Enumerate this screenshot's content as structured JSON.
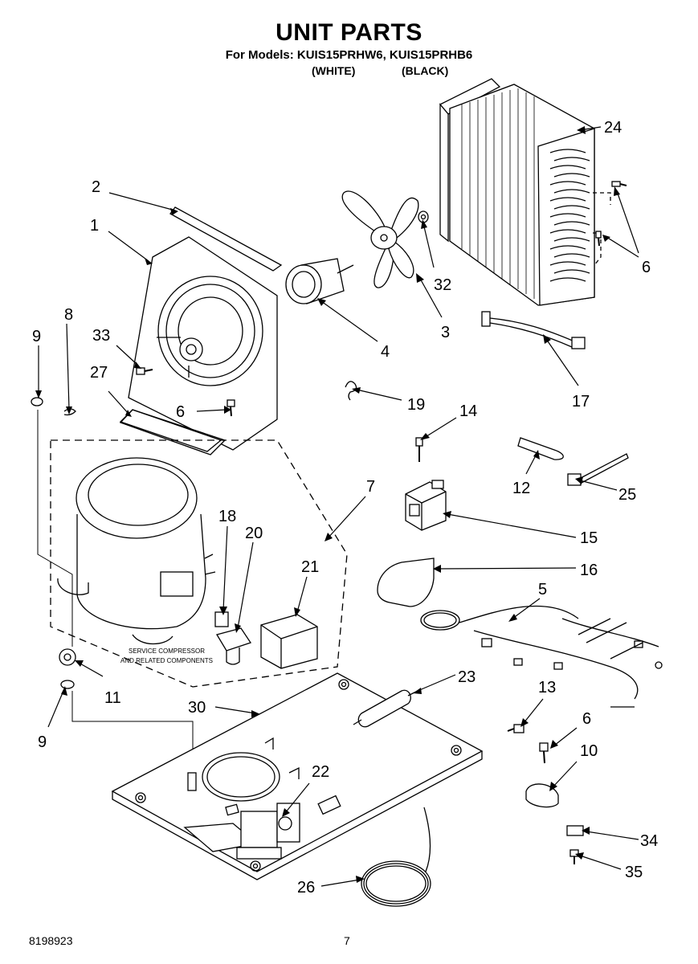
{
  "header": {
    "title": "UNIT PARTS",
    "models": "For Models: KUIS15PRHW6, KUIS15PRHB6",
    "variant_white": "(WHITE)",
    "variant_black": "(BLACK)"
  },
  "callouts": {
    "c1": "1",
    "c2": "2",
    "c3": "3",
    "c4": "4",
    "c5": "5",
    "c6a": "6",
    "c6b": "6",
    "c6c": "6",
    "c7": "7",
    "c8": "8",
    "c9a": "9",
    "c9b": "9",
    "c10": "10",
    "c11": "11",
    "c12": "12",
    "c13": "13",
    "c14": "14",
    "c15": "15",
    "c16": "16",
    "c17": "17",
    "c18": "18",
    "c19": "19",
    "c20": "20",
    "c21": "21",
    "c22": "22",
    "c23": "23",
    "c24": "24",
    "c25": "25",
    "c26": "26",
    "c27": "27",
    "c30": "30",
    "c32": "32",
    "c33": "33",
    "c34": "34",
    "c35": "35"
  },
  "service_note": {
    "line1": "SERVICE COMPRESSOR",
    "line2": "AND RELATED COMPONENTS"
  },
  "footer": {
    "doc_number": "8198923",
    "page_number": "7"
  }
}
